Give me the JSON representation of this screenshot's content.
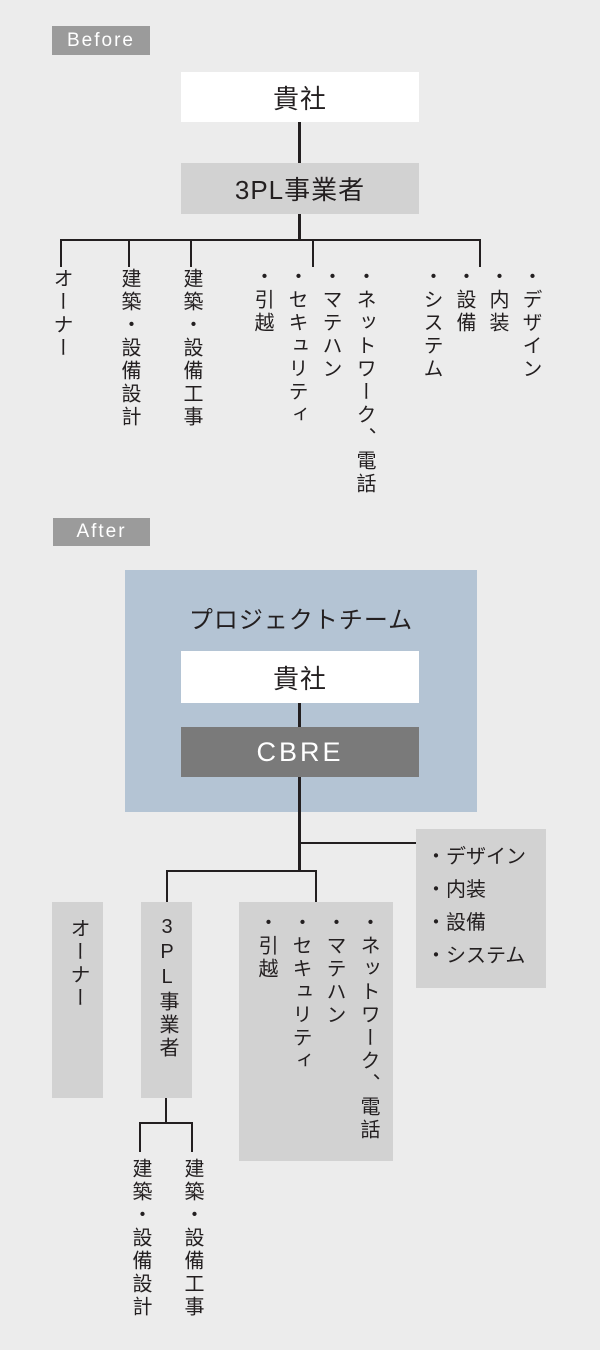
{
  "colors": {
    "background": "#ececec",
    "label_bg": "#9b9b9b",
    "label_text": "#ffffff",
    "white_box_bg": "#ffffff",
    "gray_box_bg": "#d2d2d2",
    "team_panel_bg": "#b4c4d4",
    "cbre_box_bg": "#7a7a7a",
    "cbre_text": "#ffffff",
    "line_and_text": "#231f20"
  },
  "before": {
    "label": "Before",
    "company": "貴社",
    "provider": "3PL事業者",
    "owner": "オーナー",
    "design_planning": "建築・設備設計",
    "construction": "建築・設備工事",
    "facility_group": [
      "・ネットワーク、電話",
      "・マテハン",
      "・セキュリティ",
      "・引越"
    ],
    "design_group": [
      "・デザイン",
      "・内装",
      "・設備",
      "・システム"
    ]
  },
  "after": {
    "label": "After",
    "team_title": "プロジェクトチーム",
    "company": "貴社",
    "cbre": "CBRE",
    "owner": "オーナー",
    "provider": "3PL事業者",
    "facility_group": [
      "・ネットワーク、電話",
      "・マテハン",
      "・セキュリティ",
      "・引越"
    ],
    "design_group": [
      "・デザイン",
      "・内装",
      "・設備",
      "・システム"
    ],
    "design_planning": "建築・設備設計",
    "construction": "建築・設備工事"
  }
}
